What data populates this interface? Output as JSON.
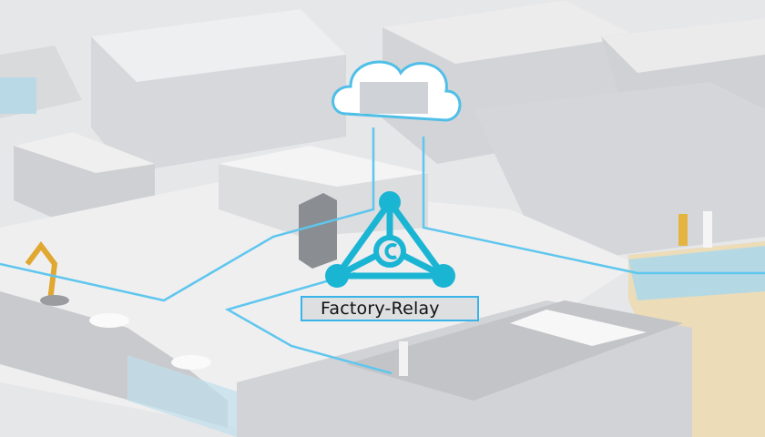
{
  "label": {
    "text": "Factory-Relay"
  },
  "logo": {
    "icon": "triangle-network-c-logo",
    "letter": "C"
  },
  "colors": {
    "accent": "#1bb5d4",
    "label_border": "#3ab4e8",
    "line": "#5fc6ee",
    "building": "#d4d5d8",
    "floor": "#f0f0f1"
  }
}
